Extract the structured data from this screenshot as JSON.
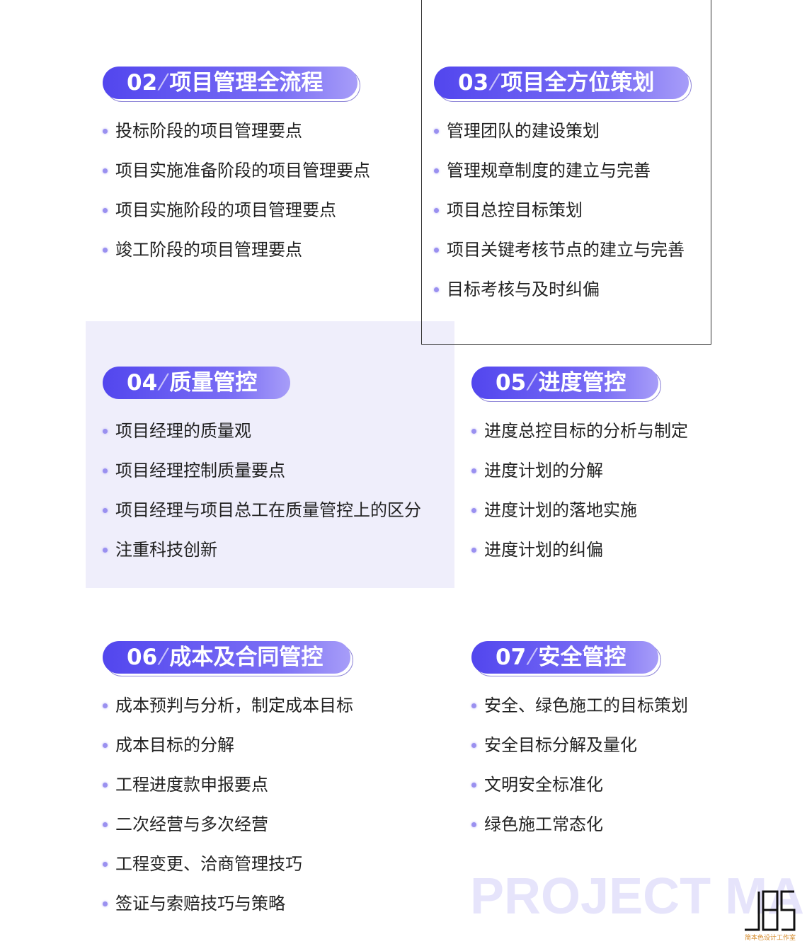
{
  "sections": [
    {
      "num": "02",
      "title": "项目管理全流程",
      "items": [
        "投标阶段的项目管理要点",
        "项目实施准备阶段的项目管理要点",
        "项目实施阶段的项目管理要点",
        "竣工阶段的项目管理要点"
      ]
    },
    {
      "num": "03",
      "title": "项目全方位策划",
      "items": [
        "管理团队的建设策划",
        "管理规章制度的建立与完善",
        "项目总控目标策划",
        "项目关键考核节点的建立与完善",
        "目标考核与及时纠偏"
      ]
    },
    {
      "num": "04",
      "title": "质量管控",
      "items": [
        "项目经理的质量观",
        "项目经理控制质量要点",
        "项目经理与项目总工在质量管控上的区分",
        "注重科技创新"
      ]
    },
    {
      "num": "05",
      "title": "进度管控",
      "items": [
        "进度总控目标的分析与制定",
        "进度计划的分解",
        "进度计划的落地实施",
        "进度计划的纠偏"
      ]
    },
    {
      "num": "06",
      "title": "成本及合同管控",
      "items": [
        "成本预判与分析，制定成本目标",
        "成本目标的分解",
        "工程进度款申报要点",
        "二次经营与多次经营",
        "工程变更、洽商管理技巧",
        "签证与索赔技巧与策略"
      ]
    },
    {
      "num": "07",
      "title": "安全管控",
      "items": [
        "安全、绿色施工的目标策划",
        "安全目标分解及量化",
        "文明安全标准化",
        "绿色施工常态化"
      ]
    }
  ],
  "separator": "⁄",
  "watermark": "PROJECT MA",
  "logo": {
    "mark": "JBS",
    "caption": "简本色设计工作室"
  },
  "colors": {
    "accent": "#5246ee",
    "shade": "#efeefb",
    "bullet": "#9a90f0"
  }
}
